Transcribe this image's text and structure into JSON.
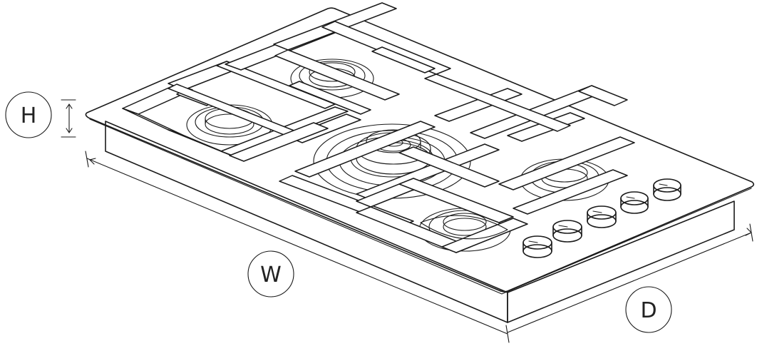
{
  "diagram": {
    "subject": "gas cooktop",
    "dimension_labels": {
      "height": "H",
      "width": "W",
      "depth": "D"
    },
    "burner_count": 5,
    "knob_count": 5,
    "line_color": "#1a1a1a",
    "background_color": "#ffffff"
  }
}
